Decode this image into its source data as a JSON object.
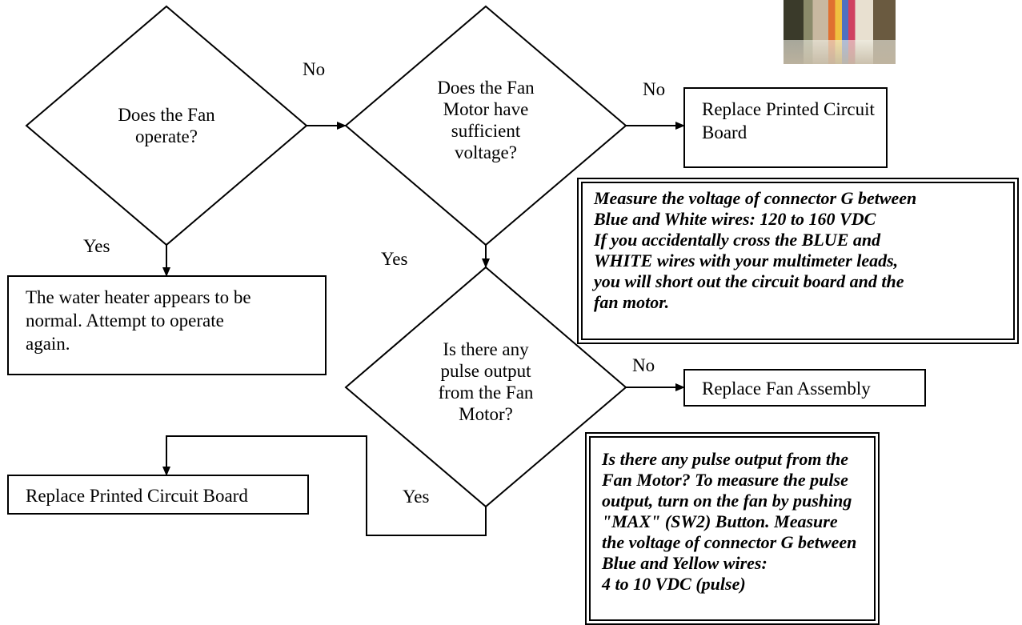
{
  "decisions": {
    "fan_operate": "Does the Fan operate?",
    "sufficient_voltage": "Does the Fan Motor have sufficient voltage?",
    "pulse_output": "Is there any pulse output from the Fan Motor?"
  },
  "actions": {
    "replace_board_top": [
      "Replace Printed Circuit",
      "Board"
    ],
    "heater_normal": [
      "The water heater appears to be",
      "normal. Attempt to operate",
      "again."
    ],
    "replace_fan_assembly": "Replace Fan Assembly",
    "replace_board_bottom": "Replace Printed Circuit Board"
  },
  "edge_labels": {
    "no_1": "No",
    "no_2": "No",
    "no_3": "No",
    "yes_1": "Yes",
    "yes_2": "Yes",
    "yes_3": "Yes"
  },
  "notes": {
    "voltage_note": [
      "Measure the voltage of connector G between",
      "Blue and White wires: 120 to 160 VDC",
      "If you accidentally cross the BLUE and",
      "WHITE wires with your multimeter leads,",
      "you will short out the circuit board and the",
      "fan motor."
    ],
    "pulse_note": [
      "Is there any pulse output from the",
      "Fan Motor? To measure the pulse",
      "output, turn on the fan by pushing",
      "\"MAX\"  (SW2) Button. Measure",
      "the voltage of connector G between",
      "Blue and Yellow wires:",
      "4 to 10 VDC (pulse)"
    ]
  }
}
